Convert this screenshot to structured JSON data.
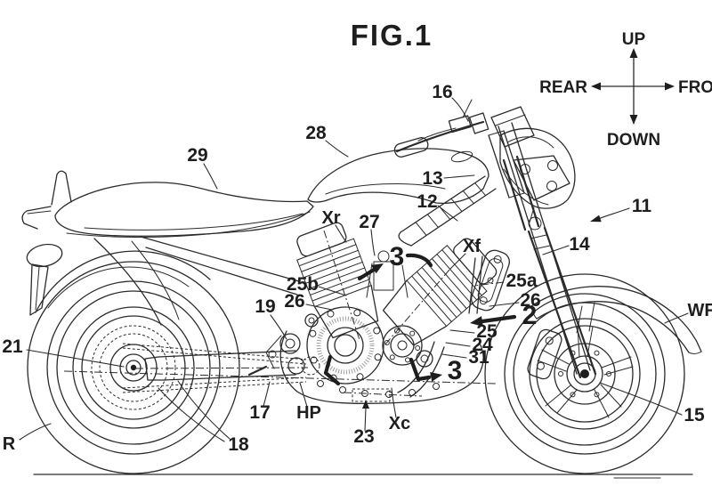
{
  "figure_title": "FIG.1",
  "compass": {
    "up": "UP",
    "down": "DOWN",
    "rear": "REAR",
    "front": "FRONT"
  },
  "reference_labels": {
    "n11": "11",
    "n12": "12",
    "n13": "13",
    "n14": "14",
    "n15": "15",
    "n16": "16",
    "n17": "17",
    "n18": "18",
    "n19": "19",
    "n21": "21",
    "n23": "23",
    "n24": "24",
    "n25": "25",
    "n25a": "25a",
    "n25b": "25b",
    "n26_left": "26",
    "n26_right": "26",
    "n27": "27",
    "n28": "28",
    "n29": "29",
    "n31": "31",
    "sec2": "2",
    "sec3_upper": "3",
    "sec3_lower": "3",
    "xr": "Xr",
    "xf": "Xf",
    "xc": "Xc",
    "hp": "HP",
    "r": "R",
    "wf": "WF"
  },
  "colors": {
    "ink": "#2b2b2b",
    "paper": "#ffffff"
  }
}
